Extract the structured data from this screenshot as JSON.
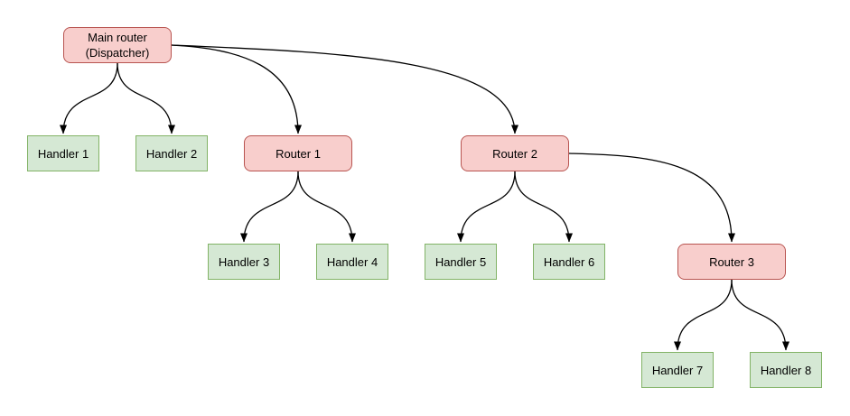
{
  "diagram": {
    "nodes": {
      "main_router": {
        "label": "Main router\n(Dispatcher)",
        "type": "router"
      },
      "handler_1": {
        "label": "Handler 1",
        "type": "handler"
      },
      "handler_2": {
        "label": "Handler 2",
        "type": "handler"
      },
      "router_1": {
        "label": "Router 1",
        "type": "router"
      },
      "router_2": {
        "label": "Router 2",
        "type": "router"
      },
      "handler_3": {
        "label": "Handler 3",
        "type": "handler"
      },
      "handler_4": {
        "label": "Handler 4",
        "type": "handler"
      },
      "handler_5": {
        "label": "Handler 5",
        "type": "handler"
      },
      "handler_6": {
        "label": "Handler 6",
        "type": "handler"
      },
      "router_3": {
        "label": "Router 3",
        "type": "router"
      },
      "handler_7": {
        "label": "Handler 7",
        "type": "handler"
      },
      "handler_8": {
        "label": "Handler 8",
        "type": "handler"
      }
    },
    "edges": [
      {
        "from": "Main router (Dispatcher)",
        "to": "Handler 1"
      },
      {
        "from": "Main router (Dispatcher)",
        "to": "Handler 2"
      },
      {
        "from": "Main router (Dispatcher)",
        "to": "Router 1"
      },
      {
        "from": "Main router (Dispatcher)",
        "to": "Router 2"
      },
      {
        "from": "Router 1",
        "to": "Handler 3"
      },
      {
        "from": "Router 1",
        "to": "Handler 4"
      },
      {
        "from": "Router 2",
        "to": "Handler 5"
      },
      {
        "from": "Router 2",
        "to": "Handler 6"
      },
      {
        "from": "Router 2",
        "to": "Router 3"
      },
      {
        "from": "Router 3",
        "to": "Handler 7"
      },
      {
        "from": "Router 3",
        "to": "Handler 8"
      }
    ],
    "colors": {
      "router_fill": "#f8cecc",
      "router_border": "#b85450",
      "handler_fill": "#d5e8d4",
      "handler_border": "#82b366",
      "edge_stroke": "#000000",
      "text": "#000000",
      "background": "#ffffff"
    }
  }
}
